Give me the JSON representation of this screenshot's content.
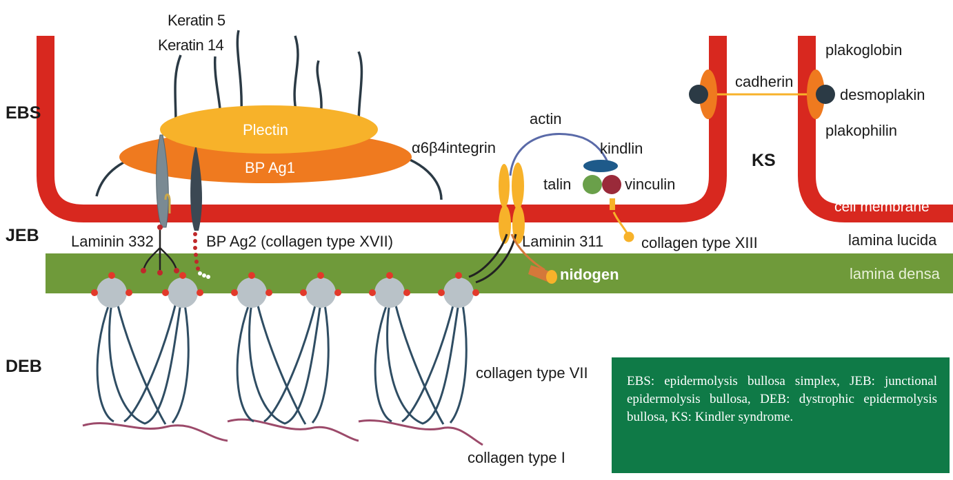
{
  "sections": {
    "ebs": "EBS",
    "jeb": "JEB",
    "deb": "DEB",
    "ks": "KS"
  },
  "labels": {
    "keratin5": "Keratin 5",
    "keratin14": "Keratin 14",
    "plectin": "Plectin",
    "bpag1": "BP Ag1",
    "integrin": "α6β4integrin",
    "actin": "actin",
    "kindlin": "kindlin",
    "talin": "talin",
    "vinculin": "vinculin",
    "cadherin": "cadherin",
    "plakoglobin": "plakoglobin",
    "desmoplakin": "desmoplakin",
    "plakophilin": "plakophilin",
    "cell_membrane": "cell membrane",
    "lamina_lucida": "lamina lucida",
    "lamina_densa": "lamina densa",
    "laminin332": "Laminin 332",
    "bpag2": "BP Ag2 (collagen type XVII)",
    "laminin311": "Laminin 311",
    "collagen13": "collagen type XIII",
    "nidogen": "nidogen",
    "collagen7": "collagen type VII",
    "collagen1": "collagen type I"
  },
  "legend": {
    "text": "EBS: epidermolysis bullosa simplex, JEB: junctional epidermolysis bullosa, DEB: dystrophic epidermolysis bullosa, KS: Kindler syndrome."
  },
  "colors": {
    "membrane": "#d8281f",
    "lamina_densa": "#6f9a3a",
    "plectin": "#f7b22a",
    "bpag1": "#ef7a1f",
    "keratin": "#2b3a45",
    "anchoring_fibril": "#2f4d63",
    "collagen_I": "#9c4a6a",
    "globule": "#b9c2c8",
    "dot": "#e2392a",
    "legend_bg": "#0f7a47"
  }
}
